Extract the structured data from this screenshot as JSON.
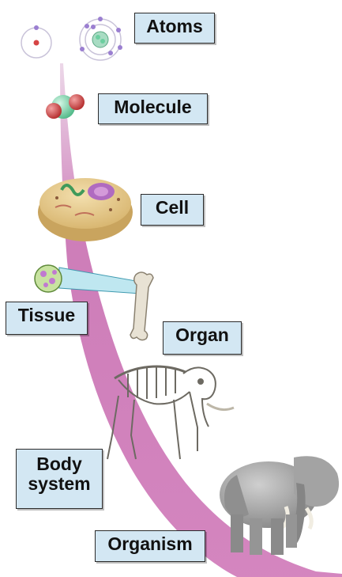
{
  "labels": {
    "atoms": "Atoms",
    "molecule": "Molecule",
    "cell": "Cell",
    "tissue": "Tissue",
    "organ": "Organ",
    "body_system_line1": "Body",
    "body_system_line2": "system",
    "organism": "Organism"
  },
  "colors": {
    "ribbon": "#cc6fb3",
    "ribbon_light": "#e6b3d8",
    "label_fill": "#d3e7f3",
    "label_border": "#2b2b2b",
    "atom_nucleus": "#d64545",
    "electron": "#9b7fd1",
    "molecule_red": "#c63a3a",
    "molecule_green": "#6ccfa0",
    "cell_body": "#e4c88a",
    "cell_nucleus": "#b06bc0",
    "tissue_cyan": "#8fd6e6",
    "bone": "#e8e2d4",
    "elephant_gray": "#9a9a9a"
  },
  "icons": [
    "atom-icon",
    "molecule-icon",
    "cell-icon",
    "tissue-icon",
    "bone-icon",
    "skeleton-icon",
    "elephant-icon"
  ]
}
